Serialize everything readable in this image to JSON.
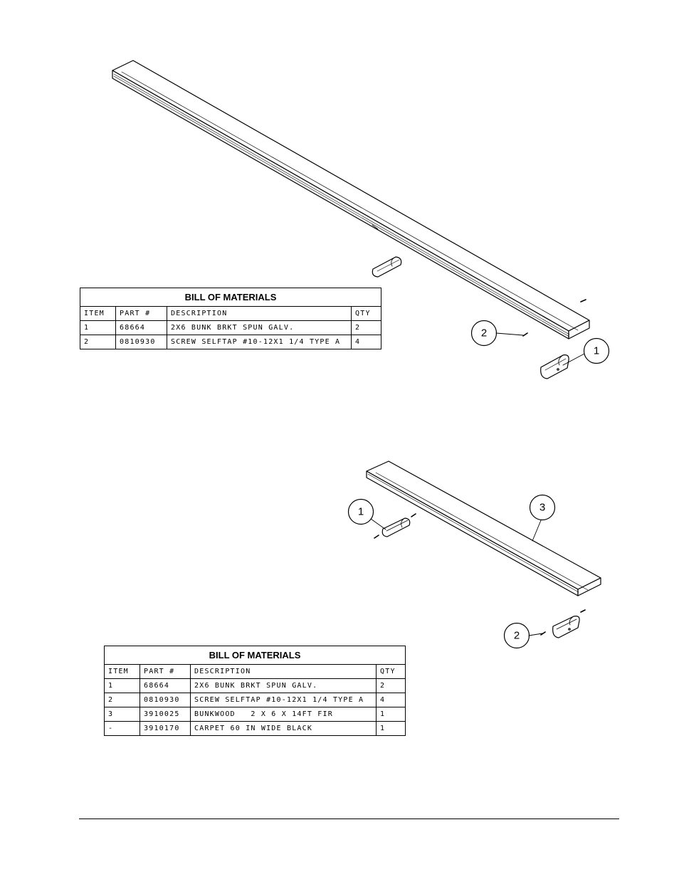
{
  "assembly_1": {
    "callouts": {
      "bracket": "1",
      "screw": "2"
    },
    "bom": {
      "title": "BILL OF MATERIALS",
      "headers": {
        "item": "ITEM",
        "part": "PART #",
        "description": "DESCRIPTION",
        "qty": "QTY"
      },
      "rows": [
        {
          "item": "1",
          "part": "68664",
          "description": "2X6 BUNK BRKT SPUN GALV.",
          "qty": "2"
        },
        {
          "item": "2",
          "part": "0810930",
          "description": "SCREW SELFTAP #10-12X1 1/4 TYPE A",
          "qty": "4"
        }
      ]
    }
  },
  "assembly_2": {
    "callouts": {
      "bracket": "1",
      "screw": "2",
      "bunkwood": "3"
    },
    "bom": {
      "title": "BILL OF MATERIALS",
      "headers": {
        "item": "ITEM",
        "part": "PART #",
        "description": "DESCRIPTION",
        "qty": "QTY"
      },
      "rows": [
        {
          "item": "1",
          "part": "68664",
          "description": "2X6 BUNK BRKT SPUN GALV.",
          "qty": "2"
        },
        {
          "item": "2",
          "part": "0810930",
          "description": "SCREW SELFTAP #10-12X1 1/4 TYPE A",
          "qty": "4"
        },
        {
          "item": "3",
          "part": "3910025",
          "description": "BUNKWOOD   2 X 6 X 14FT FIR",
          "qty": "1"
        },
        {
          "item": "-",
          "part": "3910170",
          "description": "CARPET 60 IN WIDE BLACK",
          "qty": "1"
        }
      ]
    }
  }
}
